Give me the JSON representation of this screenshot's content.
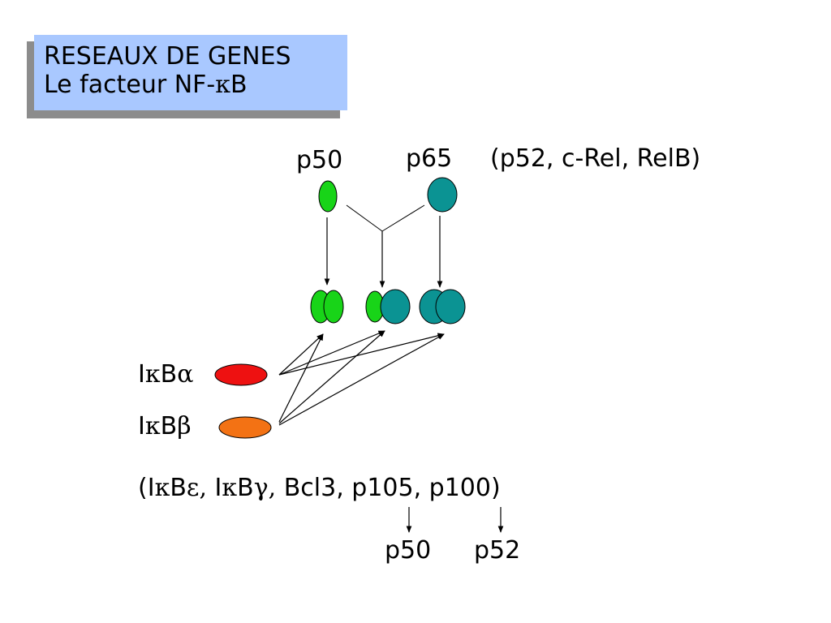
{
  "title": {
    "line1": "RESEAUX DE GENES",
    "line2_prefix": "Le facteur NF-",
    "line2_greek": "κ",
    "line2_suffix": "B"
  },
  "subunits": {
    "p50": "p50",
    "p65": "p65",
    "others": "(p52, c-Rel, RelB)"
  },
  "inhibitors": {
    "ikba": {
      "i": "I",
      "kappa": "κ",
      "b": "B",
      "greek": "α"
    },
    "ikbb": {
      "i": "I",
      "kappa": "κ",
      "b": "B",
      "greek": "β"
    }
  },
  "others_line": {
    "open": "(I",
    "k1": "κ",
    "b1": "B",
    "eps": "ε,",
    "sp": " I",
    "k2": "κ",
    "b2": "B",
    "gam": "γ,",
    "rest": " Bcl3, p105, p100)"
  },
  "products": {
    "p50": "p50",
    "p52": "p52"
  },
  "colors": {
    "title_bg": "#a9c8ff",
    "p50_green": "#18d418",
    "p65_teal": "#0b9393",
    "ikba_red": "#ee1111",
    "ikbb_orange": "#f37214"
  }
}
